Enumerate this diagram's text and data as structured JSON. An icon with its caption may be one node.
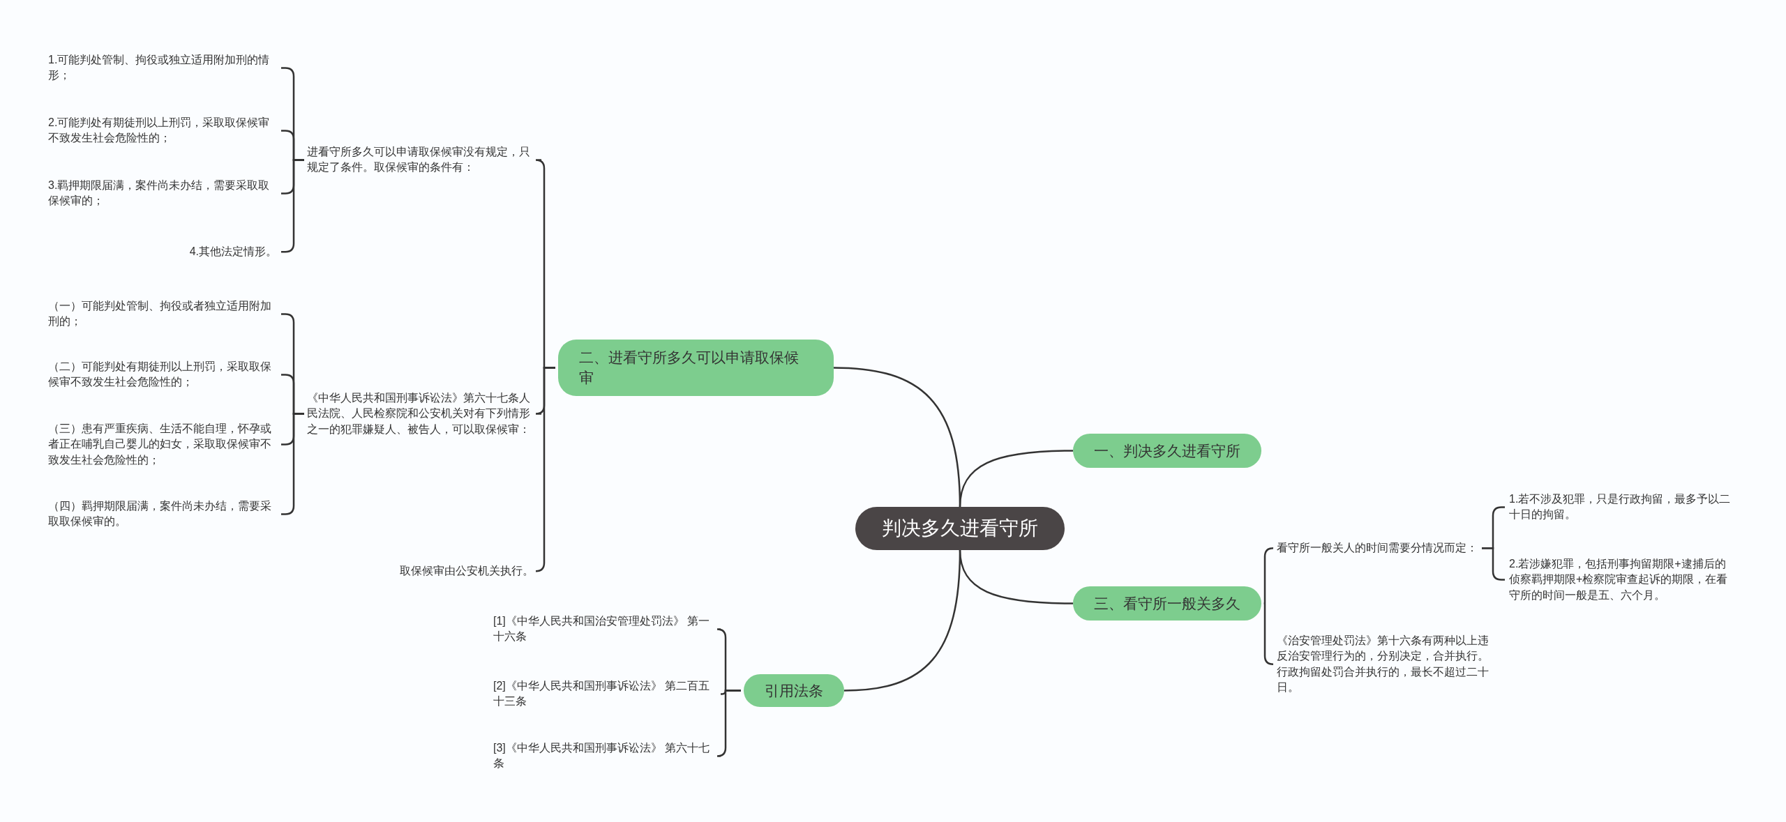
{
  "diagram": {
    "nodes": [
      {
        "text": [
          "判决多久进看守所"
        ]
      },
      {
        "text": [
          "二、进看守所多久可以申请取保候审"
        ]
      },
      {
        "text": [
          "进看守所多久可以申请取保候审没有规定，只规定了条件。取保候审的条件有："
        ]
      },
      {
        "text": [
          "1.可能判处管制、拘役或独立适用附加刑的情形；"
        ]
      },
      {
        "text": [
          "2.可能判处有期徒刑以上刑罚，采取取保候审不致发生社会危险性的；"
        ]
      },
      {
        "text": [
          "3.羁押期限届满，案件尚未办结，需要采取取保候审的；"
        ]
      },
      {
        "text": [
          "4.其他法定情形。"
        ]
      },
      {
        "text": [
          "《中华人民共和国刑事诉讼法》第六十七条人民法院、人民检察院和公安机关对有下列情形之一的犯罪嫌疑人、被告人，可以取保候审："
        ]
      },
      {
        "text": [
          "（一）可能判处管制、拘役或者独立适用附加刑的；"
        ]
      },
      {
        "text": [
          "（二）可能判处有期徒刑以上刑罚，采取取保候审不致发生社会危险性的；"
        ]
      },
      {
        "text": [
          "（三）患有严重疾病、生活不能自理，怀孕或者正在哺乳自己婴儿的妇女，采取取保候审不致发生社会危险性的；"
        ]
      },
      {
        "text": [
          "（四）羁押期限届满，案件尚未办结，需要采取取保候审的。"
        ]
      },
      {
        "text": [
          "取保候审由公安机关执行。"
        ]
      },
      {
        "text": [
          "引用法条"
        ]
      },
      {
        "text": [
          "[1]《中华人民共和国治安管理处罚法》 第一十六条"
        ]
      },
      {
        "text": [
          "[2]《中华人民共和国刑事诉讼法》 第二百五十三条"
        ]
      },
      {
        "text": [
          "[3]《中华人民共和国刑事诉讼法》 第六十七条"
        ]
      },
      {
        "text": [
          "一、判决多久进看守所"
        ]
      },
      {
        "text": [
          "三、看守所一般关多久"
        ]
      },
      {
        "text": [
          "看守所一般关人的时间需要分情况而定："
        ]
      },
      {
        "text": [
          "1.若不涉及犯罪，只是行政拘留，最多予以二十日的拘留。"
        ]
      },
      {
        "text": [
          "2.若涉嫌犯罪，包括刑事拘留期限+逮捕后的侦察羁押期限+检察院审查起诉的期限，在看守所的时间一般是五、六个月。"
        ]
      },
      {
        "text": [
          "《治安管理处罚法》第十六条有两种以上违反治安管理行为的，分别决定，合并执行。行政拘留处罚合并执行的，最长不超过二十日。"
        ]
      }
    ],
    "edges": [
      {
        "from": 0,
        "to": 1,
        "arrow": "none"
      },
      {
        "from": 0,
        "to": 17,
        "arrow": "none"
      },
      {
        "from": 0,
        "to": 18,
        "arrow": "none"
      },
      {
        "from": 0,
        "to": 13,
        "arrow": "none"
      },
      {
        "from": 1,
        "to": 2,
        "arrow": "none"
      },
      {
        "from": 1,
        "to": 7,
        "arrow": "none"
      },
      {
        "from": 1,
        "to": 12,
        "arrow": "none"
      },
      {
        "from": 2,
        "to": 3,
        "arrow": "none"
      },
      {
        "from": 2,
        "to": 4,
        "arrow": "none"
      },
      {
        "from": 2,
        "to": 5,
        "arrow": "none"
      },
      {
        "from": 2,
        "to": 6,
        "arrow": "none"
      },
      {
        "from": 7,
        "to": 8,
        "arrow": "none"
      },
      {
        "from": 7,
        "to": 9,
        "arrow": "none"
      },
      {
        "from": 7,
        "to": 10,
        "arrow": "none"
      },
      {
        "from": 7,
        "to": 11,
        "arrow": "none"
      },
      {
        "from": 13,
        "to": 14,
        "arrow": "none"
      },
      {
        "from": 13,
        "to": 15,
        "arrow": "none"
      },
      {
        "from": 13,
        "to": 16,
        "arrow": "none"
      },
      {
        "from": 18,
        "to": 19,
        "arrow": "none"
      },
      {
        "from": 18,
        "to": 22,
        "arrow": "none"
      },
      {
        "from": 19,
        "to": 20,
        "arrow": "none"
      },
      {
        "from": 19,
        "to": 21,
        "arrow": "none"
      }
    ]
  }
}
